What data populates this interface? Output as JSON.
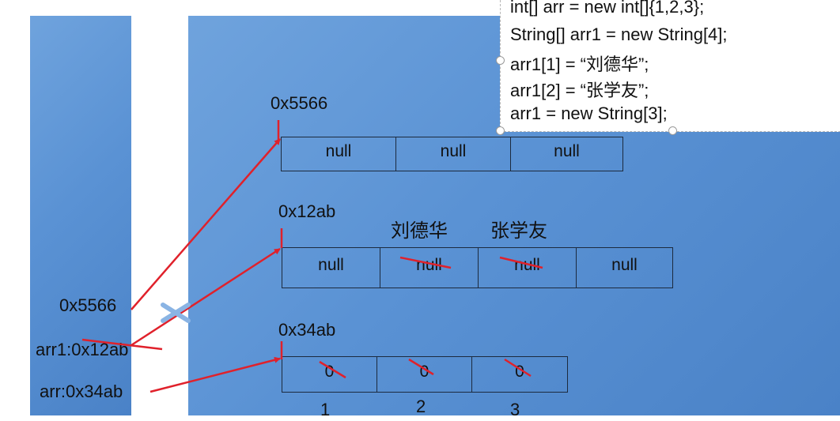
{
  "code": {
    "lines": [
      "int[] arr = new int[]{1,2,3};",
      "String[] arr1 = new String[4];",
      "arr1[1] = “刘德华”;",
      "arr1[2] = “张学友”;",
      "arr1 = new String[3];"
    ]
  },
  "stack": {
    "ref_0x5566": "0x5566",
    "arr1_var": "arr1:0x12ab",
    "arr_var": "arr:0x34ab"
  },
  "heap": {
    "array_5566": {
      "address": "0x5566",
      "cells": [
        "null",
        "null",
        "null"
      ]
    },
    "array_12ab": {
      "address": "0x12ab",
      "cells": [
        "null",
        "null",
        "null",
        "null"
      ],
      "assigned_values": [
        "刘德华",
        "张学友"
      ]
    },
    "array_34ab": {
      "address": "0x34ab",
      "cells": [
        "0",
        "0",
        "0"
      ],
      "indexes": [
        "1",
        "2",
        "3"
      ]
    }
  },
  "colors": {
    "panel": "#5a92d4",
    "arrow": "#e0212b",
    "cross": "#8ab4e4"
  }
}
